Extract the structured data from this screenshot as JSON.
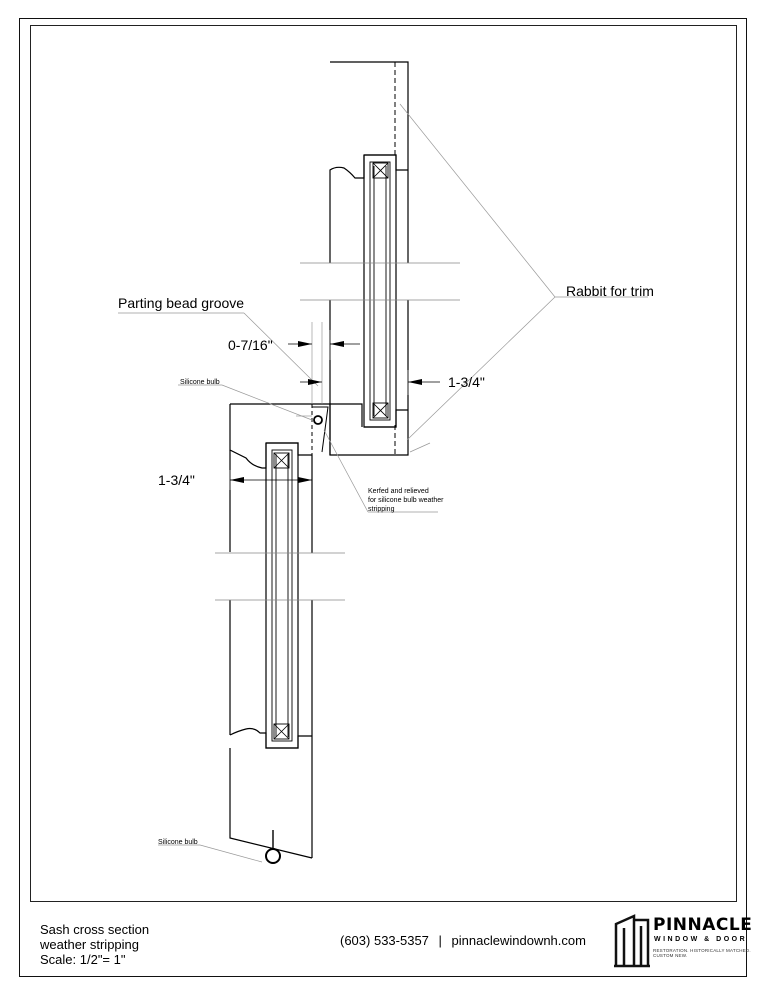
{
  "labels": {
    "parting_bead_groove": "Parting bead groove",
    "rabbit_for_trim": "Rabbit for trim",
    "dim_parting_bead": "0-7/16\"",
    "dim_upper_sash": "1-3/4\"",
    "dim_lower_sash": "1-3/4\"",
    "silicone_bulb_top": "Silicone bulb",
    "silicone_bulb_bottom": "Silicone bulb",
    "kerfed_note": [
      "Kerfed and relieved",
      "for silicone bulb weather",
      "stripping"
    ]
  },
  "title_block": {
    "line1": "Sash cross section",
    "line2": "weather stripping",
    "line3": "Scale:  1/2\"= 1\""
  },
  "contact": {
    "phone": "(603) 533-5357",
    "separator": "|",
    "website": "pinnaclewindownh.com"
  },
  "logo": {
    "name": "PINNACLE",
    "subtitle": "WINDOW & DOOR",
    "tagline": "RESTORATION. HISTORICALLY MATCHED. CUSTOM NEW."
  }
}
